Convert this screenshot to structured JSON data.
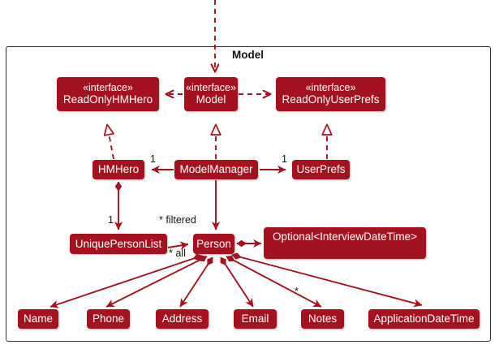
{
  "diagram": {
    "title": "Model",
    "accent_color": "#A3121E",
    "frame_border_color": "#33332f",
    "text_color": "#ffffff",
    "label_color": "#15150f"
  },
  "nodes": {
    "read_only_hm_hero": {
      "stereotype": "«interface»",
      "name": "ReadOnlyHMHero"
    },
    "model_interface": {
      "stereotype": "«interface»",
      "name": "Model"
    },
    "read_only_user_prefs": {
      "stereotype": "«interface»",
      "name": "ReadOnlyUserPrefs"
    },
    "hm_hero": {
      "name": "HMHero"
    },
    "model_manager": {
      "name": "ModelManager"
    },
    "user_prefs": {
      "name": "UserPrefs"
    },
    "unique_person_list": {
      "name": "UniquePersonList"
    },
    "person": {
      "name": "Person"
    },
    "optional_interview_date_time": {
      "name": "Optional<InterviewDateTime>"
    },
    "attr_name": {
      "name": "Name"
    },
    "attr_phone": {
      "name": "Phone"
    },
    "attr_address": {
      "name": "Address"
    },
    "attr_email": {
      "name": "Email"
    },
    "attr_notes": {
      "name": "Notes"
    },
    "attr_application_date_time": {
      "name": "ApplicationDateTime"
    }
  },
  "multiplicities": {
    "hm_hero_to_model_manager": "1",
    "model_manager_to_user_prefs": "1",
    "hm_hero_to_unique_person_list": "1",
    "model_manager_to_person": "* filtered",
    "unique_person_list_to_person": "* all",
    "person_to_notes": "*"
  }
}
